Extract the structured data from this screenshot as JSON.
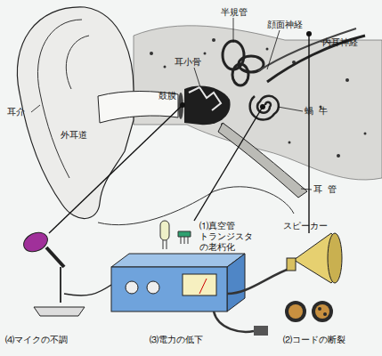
{
  "diagram": {
    "labels": [
      "半規管",
      "顔面神経",
      "耳小骨",
      "内耳神経",
      "耳介",
      "外耳道",
      "鼓膜",
      "蝸牛",
      "耳管",
      "⑴真空管 トランジスタ の老朽化",
      "スピーカー",
      "⑷マイクの不調",
      "⑶電力の低下",
      "⑵コードの断裂"
    ]
  }
}
